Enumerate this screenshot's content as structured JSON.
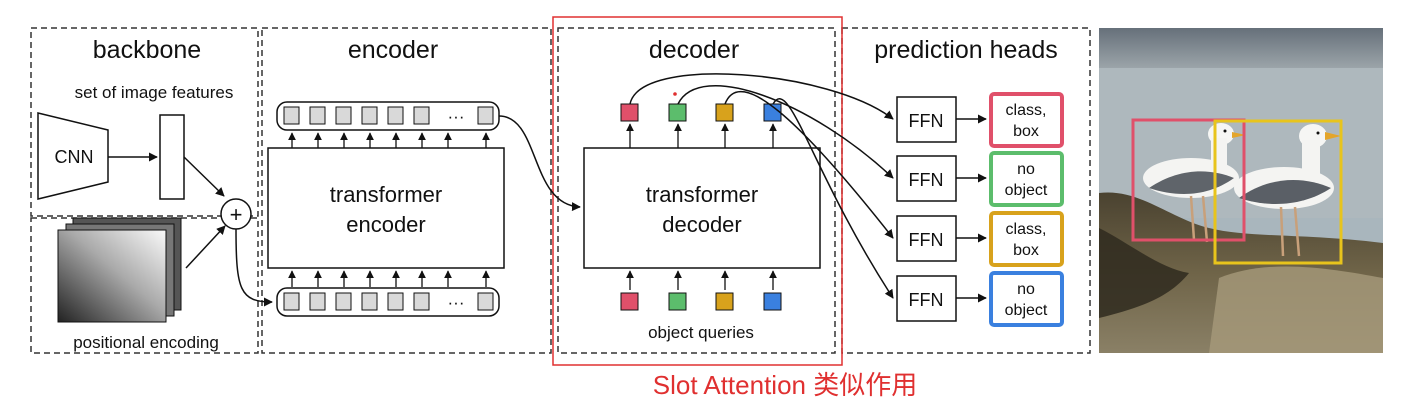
{
  "sections": {
    "backbone": "backbone",
    "encoder": "encoder",
    "decoder": "decoder",
    "prediction_heads": "prediction heads"
  },
  "backbone": {
    "features_label": "set of image features",
    "cnn_label": "CNN",
    "positional_label": "positional encoding",
    "plus_symbol": "+"
  },
  "encoder": {
    "block_label_line1": "transformer",
    "block_label_line2": "encoder",
    "ellipsis": "···"
  },
  "decoder": {
    "block_label_line1": "transformer",
    "block_label_line2": "decoder",
    "queries_label": "object queries"
  },
  "heads": {
    "ffn_label": "FFN",
    "outputs": [
      {
        "line1": "class,",
        "line2": "box"
      },
      {
        "line1": "no",
        "line2": "object"
      },
      {
        "line1": "class,",
        "line2": "box"
      },
      {
        "line1": "no",
        "line2": "object"
      }
    ]
  },
  "annotation": "Slot Attention 类似作用",
  "colors": {
    "red": "#e0506a",
    "green": "#5cbd6c",
    "yellow": "#d8a21c",
    "blue": "#3a80df",
    "annotation_red": "#e03030",
    "token_gray": "#d9d9d9"
  }
}
